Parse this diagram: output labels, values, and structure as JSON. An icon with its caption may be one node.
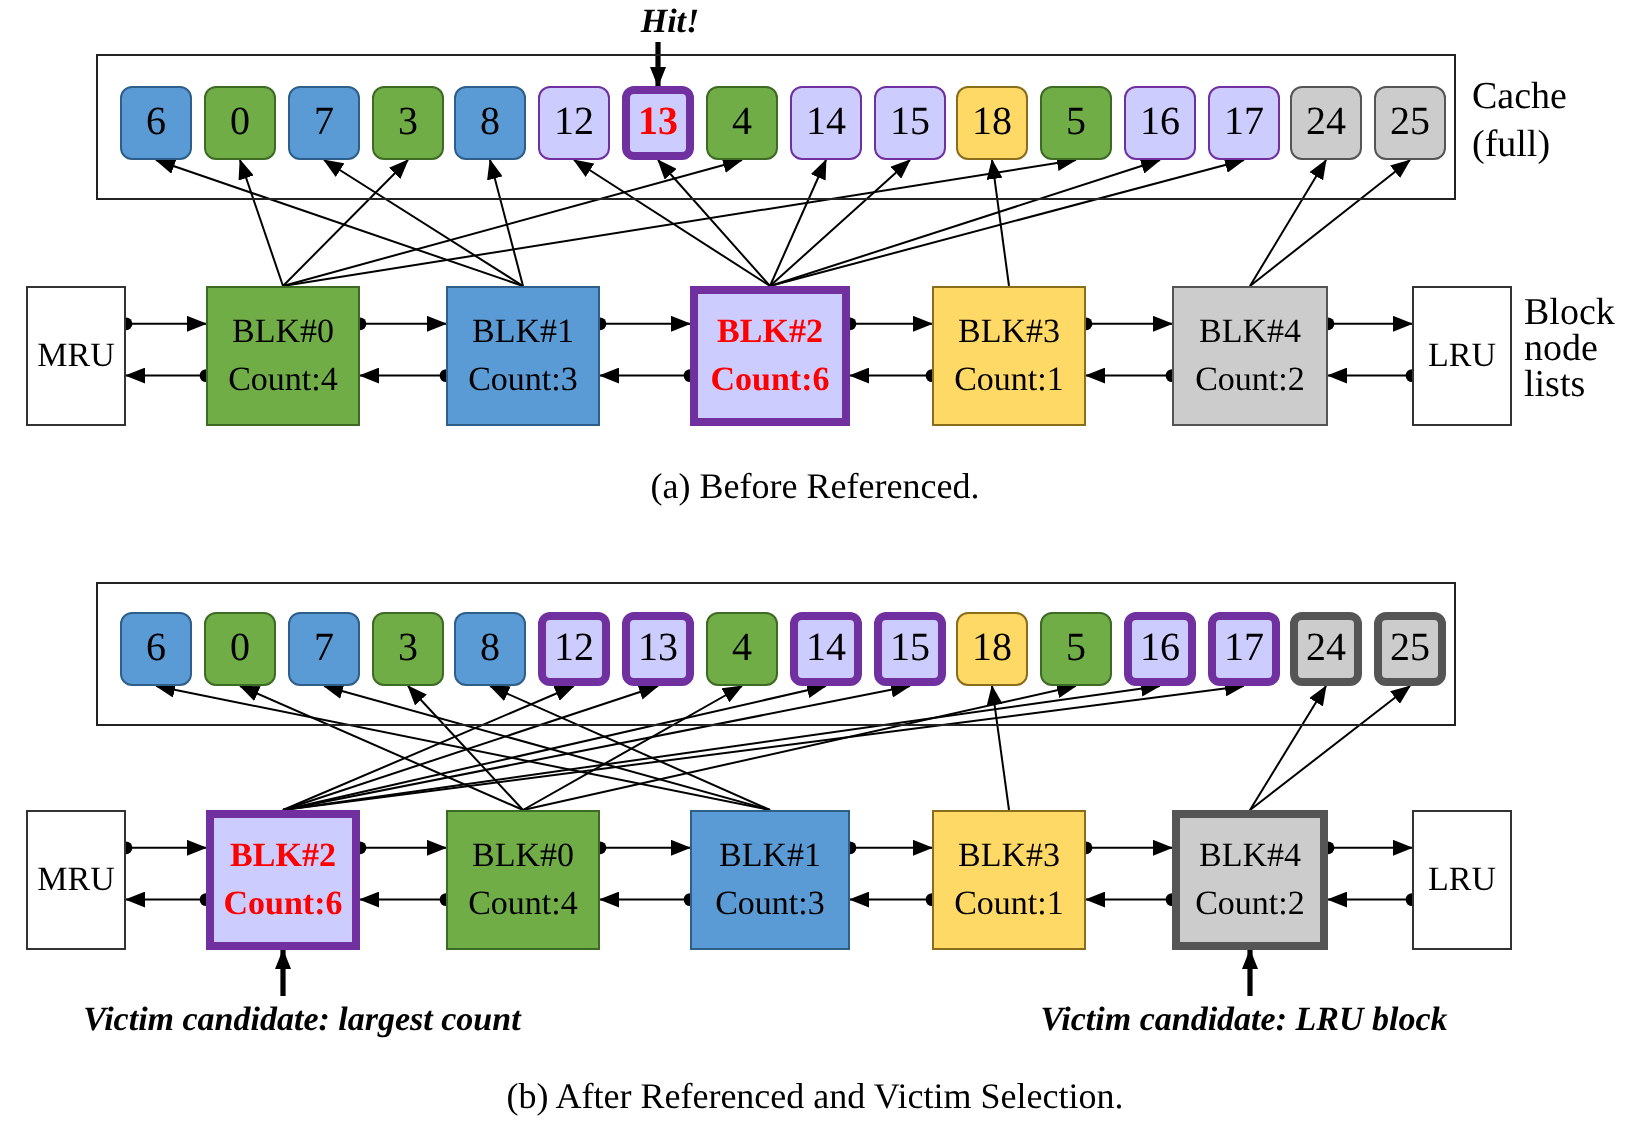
{
  "diagram": {
    "nodes": [
      {
        "text": [
          "Hit!"
        ]
      },
      {
        "text": [
          "Cache (full)"
        ]
      },
      {
        "text": [
          "6"
        ],
        "in": 1
      },
      {
        "text": [
          "0"
        ],
        "in": 1
      },
      {
        "text": [
          "7"
        ],
        "in": 1
      },
      {
        "text": [
          "3"
        ],
        "in": 1
      },
      {
        "text": [
          "8"
        ],
        "in": 1
      },
      {
        "text": [
          "12"
        ],
        "in": 1
      },
      {
        "text": [
          "13"
        ],
        "in": 1
      },
      {
        "text": [
          "4"
        ],
        "in": 1
      },
      {
        "text": [
          "14"
        ],
        "in": 1
      },
      {
        "text": [
          "15"
        ],
        "in": 1
      },
      {
        "text": [
          "18"
        ],
        "in": 1
      },
      {
        "text": [
          "5"
        ],
        "in": 1
      },
      {
        "text": [
          "16"
        ],
        "in": 1
      },
      {
        "text": [
          "17"
        ],
        "in": 1
      },
      {
        "text": [
          "24"
        ],
        "in": 1
      },
      {
        "text": [
          "25"
        ],
        "in": 1
      },
      {
        "text": [
          "MRU"
        ]
      },
      {
        "text": [
          "BLK#0",
          "Count:4"
        ]
      },
      {
        "text": [
          "BLK#1",
          "Count:3"
        ]
      },
      {
        "text": [
          "BLK#2",
          "Count:6"
        ]
      },
      {
        "text": [
          "BLK#3",
          "Count:1"
        ]
      },
      {
        "text": [
          "BLK#4",
          "Count:2"
        ]
      },
      {
        "text": [
          "LRU"
        ]
      },
      {
        "text": [],
        "shape": "box"
      },
      {
        "text": [
          "6"
        ],
        "in": 25
      },
      {
        "text": [
          "0"
        ],
        "in": 25
      },
      {
        "text": [
          "7"
        ],
        "in": 25
      },
      {
        "text": [
          "3"
        ],
        "in": 25
      },
      {
        "text": [
          "8"
        ],
        "in": 25
      },
      {
        "text": [
          "12"
        ],
        "in": 25
      },
      {
        "text": [
          "13"
        ],
        "in": 25
      },
      {
        "text": [
          "4"
        ],
        "in": 25
      },
      {
        "text": [
          "14"
        ],
        "in": 25
      },
      {
        "text": [
          "15"
        ],
        "in": 25
      },
      {
        "text": [
          "18"
        ],
        "in": 25
      },
      {
        "text": [
          "5"
        ],
        "in": 25
      },
      {
        "text": [
          "16"
        ],
        "in": 25
      },
      {
        "text": [
          "17"
        ],
        "in": 25
      },
      {
        "text": [
          "24"
        ],
        "in": 25
      },
      {
        "text": [
          "25"
        ],
        "in": 25
      },
      {
        "text": [
          "MRU"
        ]
      },
      {
        "text": [
          "BLK#2",
          "Count:6"
        ]
      },
      {
        "text": [
          "BLK#0",
          "Count:4"
        ]
      },
      {
        "text": [
          "BLK#1",
          "Count:3"
        ]
      },
      {
        "text": [
          "BLK#3",
          "Count:1"
        ]
      },
      {
        "text": [
          "BLK#4",
          "Count:2"
        ]
      },
      {
        "text": [
          "LRU"
        ]
      },
      {
        "text": [
          "Victim candidate: largest count"
        ]
      },
      {
        "text": [
          "Victim candidate: LRU block"
        ]
      }
    ],
    "edges": [
      {
        "from": 0,
        "to": 8,
        "arrow": "to",
        "style": "thick"
      },
      {
        "from": 19,
        "to": 3,
        "arrow": "to"
      },
      {
        "from": 19,
        "to": 5,
        "arrow": "to"
      },
      {
        "from": 19,
        "to": 9,
        "arrow": "to"
      },
      {
        "from": 19,
        "to": 13,
        "arrow": "to"
      },
      {
        "from": 20,
        "to": 2,
        "arrow": "to"
      },
      {
        "from": 20,
        "to": 4,
        "arrow": "to"
      },
      {
        "from": 20,
        "to": 6,
        "arrow": "to"
      },
      {
        "from": 21,
        "to": 7,
        "arrow": "to"
      },
      {
        "from": 21,
        "to": 8,
        "arrow": "to"
      },
      {
        "from": 21,
        "to": 10,
        "arrow": "to"
      },
      {
        "from": 21,
        "to": 11,
        "arrow": "to"
      },
      {
        "from": 21,
        "to": 14,
        "arrow": "to"
      },
      {
        "from": 21,
        "to": 15,
        "arrow": "to"
      },
      {
        "from": 22,
        "to": 12,
        "arrow": "to"
      },
      {
        "from": 23,
        "to": 16,
        "arrow": "to"
      },
      {
        "from": 23,
        "to": 17,
        "arrow": "to"
      },
      {
        "from": 18,
        "to": 19,
        "arrow": "to"
      },
      {
        "from": 19,
        "to": 20,
        "arrow": "to"
      },
      {
        "from": 20,
        "to": 21,
        "arrow": "to"
      },
      {
        "from": 21,
        "to": 22,
        "arrow": "to"
      },
      {
        "from": 22,
        "to": 23,
        "arrow": "to"
      },
      {
        "from": 23,
        "to": 24,
        "arrow": "to"
      },
      {
        "from": 19,
        "to": 18,
        "arrow": "to"
      },
      {
        "from": 20,
        "to": 19,
        "arrow": "to"
      },
      {
        "from": 21,
        "to": 20,
        "arrow": "to"
      },
      {
        "from": 22,
        "to": 21,
        "arrow": "to"
      },
      {
        "from": 23,
        "to": 22,
        "arrow": "to"
      },
      {
        "from": 24,
        "to": 23,
        "arrow": "to"
      },
      {
        "from": 44,
        "to": 27,
        "arrow": "to"
      },
      {
        "from": 44,
        "to": 29,
        "arrow": "to"
      },
      {
        "from": 44,
        "to": 33,
        "arrow": "to"
      },
      {
        "from": 44,
        "to": 37,
        "arrow": "to"
      },
      {
        "from": 45,
        "to": 26,
        "arrow": "to"
      },
      {
        "from": 45,
        "to": 28,
        "arrow": "to"
      },
      {
        "from": 45,
        "to": 30,
        "arrow": "to"
      },
      {
        "from": 43,
        "to": 31,
        "arrow": "to"
      },
      {
        "from": 43,
        "to": 32,
        "arrow": "to"
      },
      {
        "from": 43,
        "to": 34,
        "arrow": "to"
      },
      {
        "from": 43,
        "to": 35,
        "arrow": "to"
      },
      {
        "from": 43,
        "to": 38,
        "arrow": "to"
      },
      {
        "from": 43,
        "to": 39,
        "arrow": "to"
      },
      {
        "from": 46,
        "to": 36,
        "arrow": "to"
      },
      {
        "from": 47,
        "to": 40,
        "arrow": "to"
      },
      {
        "from": 47,
        "to": 41,
        "arrow": "to"
      },
      {
        "from": 42,
        "to": 43,
        "arrow": "to"
      },
      {
        "from": 43,
        "to": 44,
        "arrow": "to"
      },
      {
        "from": 44,
        "to": 45,
        "arrow": "to"
      },
      {
        "from": 45,
        "to": 46,
        "arrow": "to"
      },
      {
        "from": 46,
        "to": 47,
        "arrow": "to"
      },
      {
        "from": 47,
        "to": 48,
        "arrow": "to"
      },
      {
        "from": 43,
        "to": 42,
        "arrow": "to"
      },
      {
        "from": 44,
        "to": 43,
        "arrow": "to"
      },
      {
        "from": 45,
        "to": 44,
        "arrow": "to"
      },
      {
        "from": 46,
        "to": 45,
        "arrow": "to"
      },
      {
        "from": 47,
        "to": 46,
        "arrow": "to"
      },
      {
        "from": 48,
        "to": 47,
        "arrow": "to"
      },
      {
        "from": 49,
        "to": 43,
        "arrow": "to",
        "style": "thick"
      },
      {
        "from": 50,
        "to": 47,
        "arrow": "to",
        "style": "thick"
      }
    ],
    "labels": [
      "Block node lists",
      "(a) Before Referenced.",
      "(b) After Referenced and Victim Selection."
    ]
  }
}
